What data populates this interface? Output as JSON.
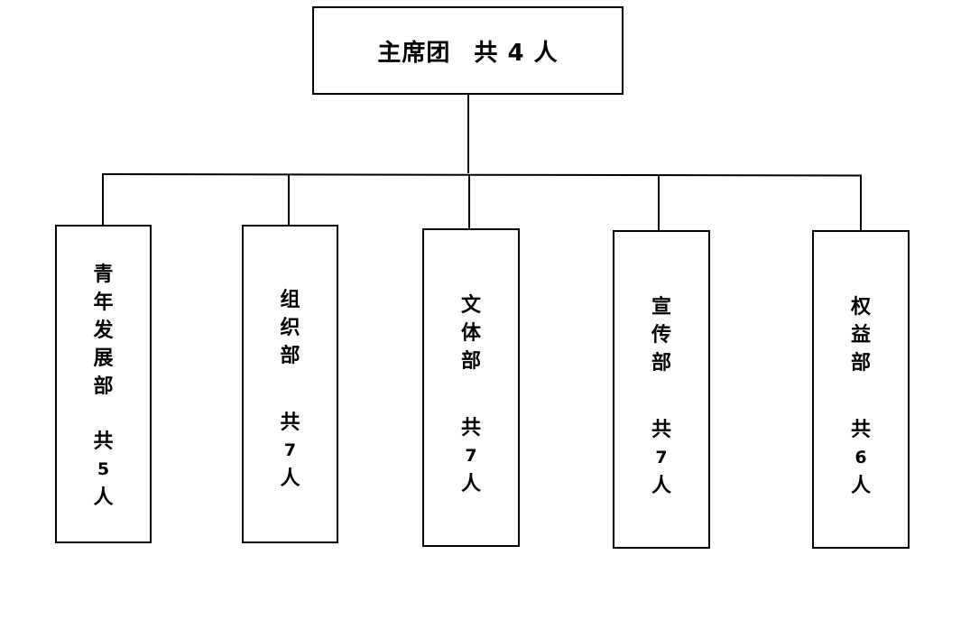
{
  "root": {
    "name": "主席团",
    "count_prefix": "共",
    "count": "4",
    "count_unit": "人"
  },
  "departments": [
    {
      "chars": [
        "青",
        "年",
        "发",
        "展",
        "部"
      ],
      "count_prefix": "共",
      "count": "5",
      "count_unit": "人"
    },
    {
      "chars": [
        "组",
        "织",
        "部"
      ],
      "count_prefix": "共",
      "count": "7",
      "count_unit": "人"
    },
    {
      "chars": [
        "文",
        "体",
        "部"
      ],
      "count_prefix": "共",
      "count": "7",
      "count_unit": "人"
    },
    {
      "chars": [
        "宣",
        "传",
        "部"
      ],
      "count_prefix": "共",
      "count": "7",
      "count_unit": "人"
    },
    {
      "chars": [
        "权",
        "益",
        "部"
      ],
      "count_prefix": "共",
      "count": "6",
      "count_unit": "人"
    }
  ]
}
